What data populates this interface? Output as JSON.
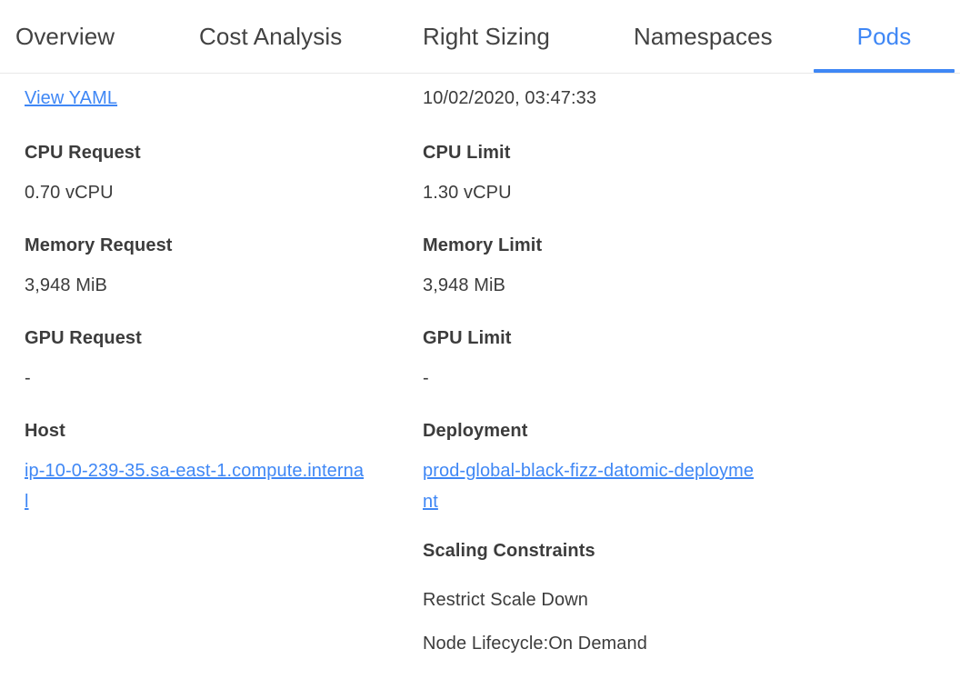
{
  "tabs": [
    {
      "id": "overview",
      "label": "Overview",
      "active": false
    },
    {
      "id": "cost",
      "label": "Cost Analysis",
      "active": false
    },
    {
      "id": "rightsizing",
      "label": "Right Sizing",
      "active": false
    },
    {
      "id": "namespaces",
      "label": "Namespaces",
      "active": false
    },
    {
      "id": "pods",
      "label": "Pods",
      "active": true
    }
  ],
  "colors": {
    "accent": "#3f87f5",
    "link": "#3f87f5",
    "text": "#3c3c3c",
    "tab_inactive": "#424242",
    "divider": "#e8e8e8"
  },
  "left_column": {
    "view_yaml_link": "View YAML",
    "fields": [
      {
        "label": "CPU Request",
        "value": "0.70 vCPU"
      },
      {
        "label": "Memory Request",
        "value": "3,948 MiB"
      },
      {
        "label": "GPU Request",
        "value": "-"
      },
      {
        "label": "Host",
        "value": "ip-10-0-239-35.sa-east-1.compute.internal",
        "is_link": true
      }
    ]
  },
  "right_column": {
    "timestamp": "10/02/2020, 03:47:33",
    "fields": [
      {
        "label": "CPU Limit",
        "value": "1.30 vCPU"
      },
      {
        "label": "Memory Limit",
        "value": "3,948 MiB"
      },
      {
        "label": "GPU Limit",
        "value": "-"
      },
      {
        "label": "Deployment",
        "value": "prod-global-black-fizz-datomic-deployment",
        "is_link": true
      }
    ],
    "scaling_constraints": {
      "label": "Scaling Constraints",
      "items": [
        "Restrict Scale Down",
        "Node Lifecycle:On Demand"
      ]
    }
  }
}
